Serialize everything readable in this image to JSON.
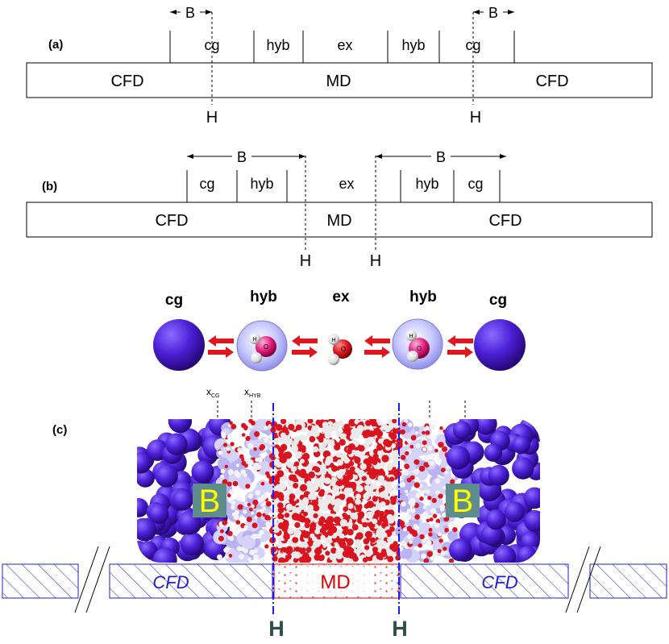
{
  "panel_a": {
    "tag": "(a)",
    "zone_labels": {
      "cg_left": "cg",
      "hyb_left": "hyb",
      "ex": "ex",
      "hyb_right": "hyb",
      "cg_right": "cg"
    },
    "region_labels": {
      "cfd_left": "CFD",
      "md": "MD",
      "cfd_right": "CFD"
    },
    "buffer_left": "B",
    "buffer_right": "B",
    "h_left": "H",
    "h_right": "H"
  },
  "panel_b": {
    "tag": "(b)",
    "zone_labels": {
      "cg_left": "cg",
      "hyb_left": "hyb",
      "ex": "ex",
      "hyb_right": "hyb",
      "cg_right": "cg"
    },
    "region_labels": {
      "cfd_left": "CFD",
      "md": "MD",
      "cfd_right": "CFD"
    },
    "buffer_left": "B",
    "buffer_right": "B",
    "h_left": "H",
    "h_right": "H"
  },
  "molecule_row": {
    "labels": [
      "cg",
      "hyb",
      "ex",
      "hyb",
      "cg"
    ],
    "atom_H": "H",
    "atom_O": "O"
  },
  "panel_c": {
    "tag": "(c)",
    "x_cg": "x",
    "x_cg_sub": "CG",
    "x_hyb": "x",
    "x_hyb_sub": "HYB",
    "buffer_left": "B",
    "buffer_right": "B",
    "cfd_left": "CFD",
    "md": "MD",
    "cfd_right": "CFD",
    "h_left": "H",
    "h_right": "H"
  },
  "colors": {
    "cg_purple": "#4b1fd6",
    "water_red": "#d9141e",
    "water_white": "#f2f2f2",
    "cfd_blue": "#1f1fcc",
    "md_red": "#e00000",
    "h_line_blue": "#1a1aff",
    "buffer_box": "#5f8c8c",
    "buffer_text": "#ffff00",
    "h_label": "#2f4f4f"
  }
}
